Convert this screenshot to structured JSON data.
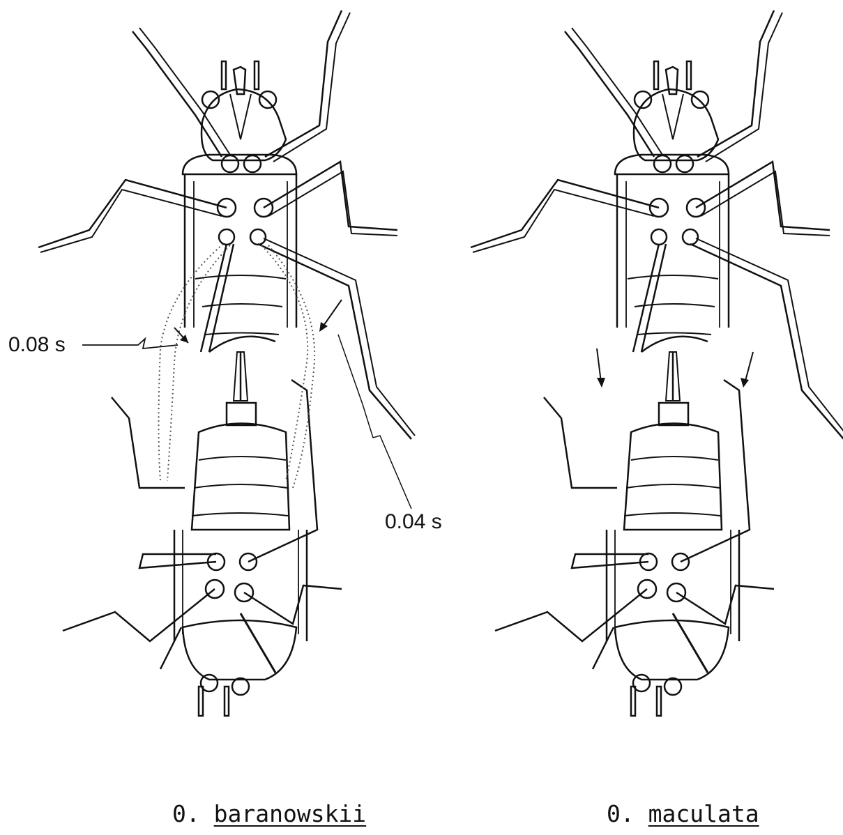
{
  "figure": {
    "left_specimen": {
      "genus_abbrev": "0.",
      "species": "baranowskii",
      "time_label_left": "0.08 s",
      "time_label_right": "0.04 s"
    },
    "right_specimen": {
      "genus_abbrev": "0.",
      "species": "maculata"
    }
  }
}
